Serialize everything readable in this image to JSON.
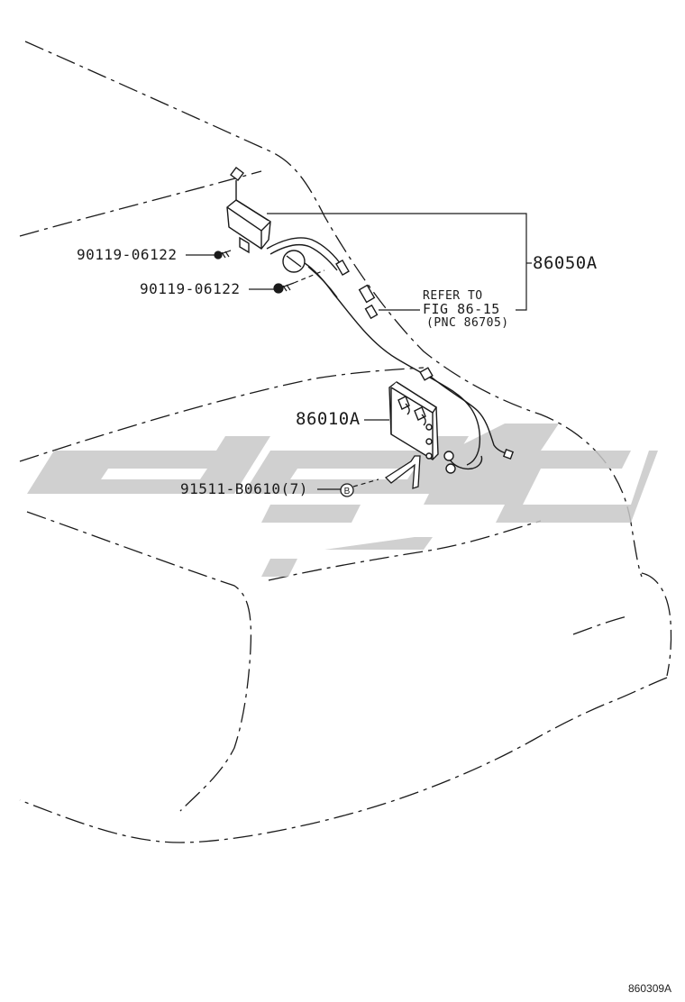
{
  "parts": {
    "screw_upper": "90119-06122",
    "screw_lower": "90119-06122",
    "harness_assembly": "86050A",
    "receiver_unit": "86010A",
    "clamp": "91511-B0610(7)",
    "clamp_marker": "B"
  },
  "reference": {
    "line1": "REFER TO",
    "line2": "FIG 86-15",
    "line3": "(PNC 86705)"
  },
  "figure_number": "860309A",
  "colors": {
    "line": "#1a1a1a",
    "watermark": "#c8c8c8"
  }
}
